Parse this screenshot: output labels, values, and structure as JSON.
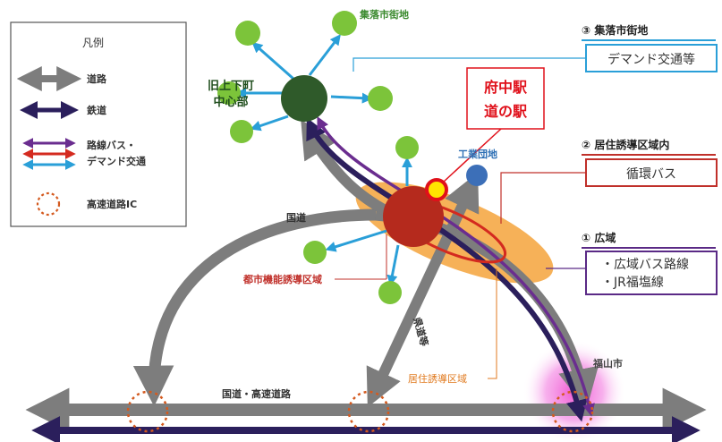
{
  "legend": {
    "title": "凡例",
    "items": [
      {
        "label": "道路",
        "icon": "gray-double-arrow-icon"
      },
      {
        "label": "鉄道",
        "icon": "navy-double-arrow-icon"
      },
      {
        "label": "路線バス・\nデマンド交通",
        "icon": "bus-demand-arrows-icon"
      },
      {
        "label": "高速道路IC",
        "icon": "dotted-circle-icon"
      }
    ]
  },
  "sections": [
    {
      "title": "③ 集落市街地",
      "box_lines": [
        "デマンド交通等"
      ],
      "color": "#2a9fd8"
    },
    {
      "title": "② 居住誘導区域内",
      "box_lines": [
        "循環バス"
      ],
      "color": "#c0302a"
    },
    {
      "title": "① 広域",
      "box_lines": [
        "・広域バス路線",
        "・JR福塩線"
      ],
      "color": "#5a2a86"
    }
  ],
  "labels": {
    "village_top": "集落市街地",
    "old_town": [
      "旧上下町",
      "中心部"
    ],
    "station": [
      "府中駅",
      "道の駅"
    ],
    "industrial": "工業団地",
    "urban_function": "都市機能誘導区域",
    "residential": "居住誘導区域",
    "fukuyama": "福山市",
    "kokudo": "国道",
    "kendo": "県道等",
    "main_road": "国道・高速道路"
  },
  "colors": {
    "road": "#7d7d7d",
    "rail": "#2b1f5c",
    "bus": "#6a2d8f",
    "loop": "#d42a1f",
    "demand": "#2a9fd8",
    "village": "#7cc43a",
    "old_town": "#2f5a2a",
    "urban": "#b52a1d",
    "residential_zone": "#f5a33b",
    "industrial": "#3c6fb8"
  }
}
